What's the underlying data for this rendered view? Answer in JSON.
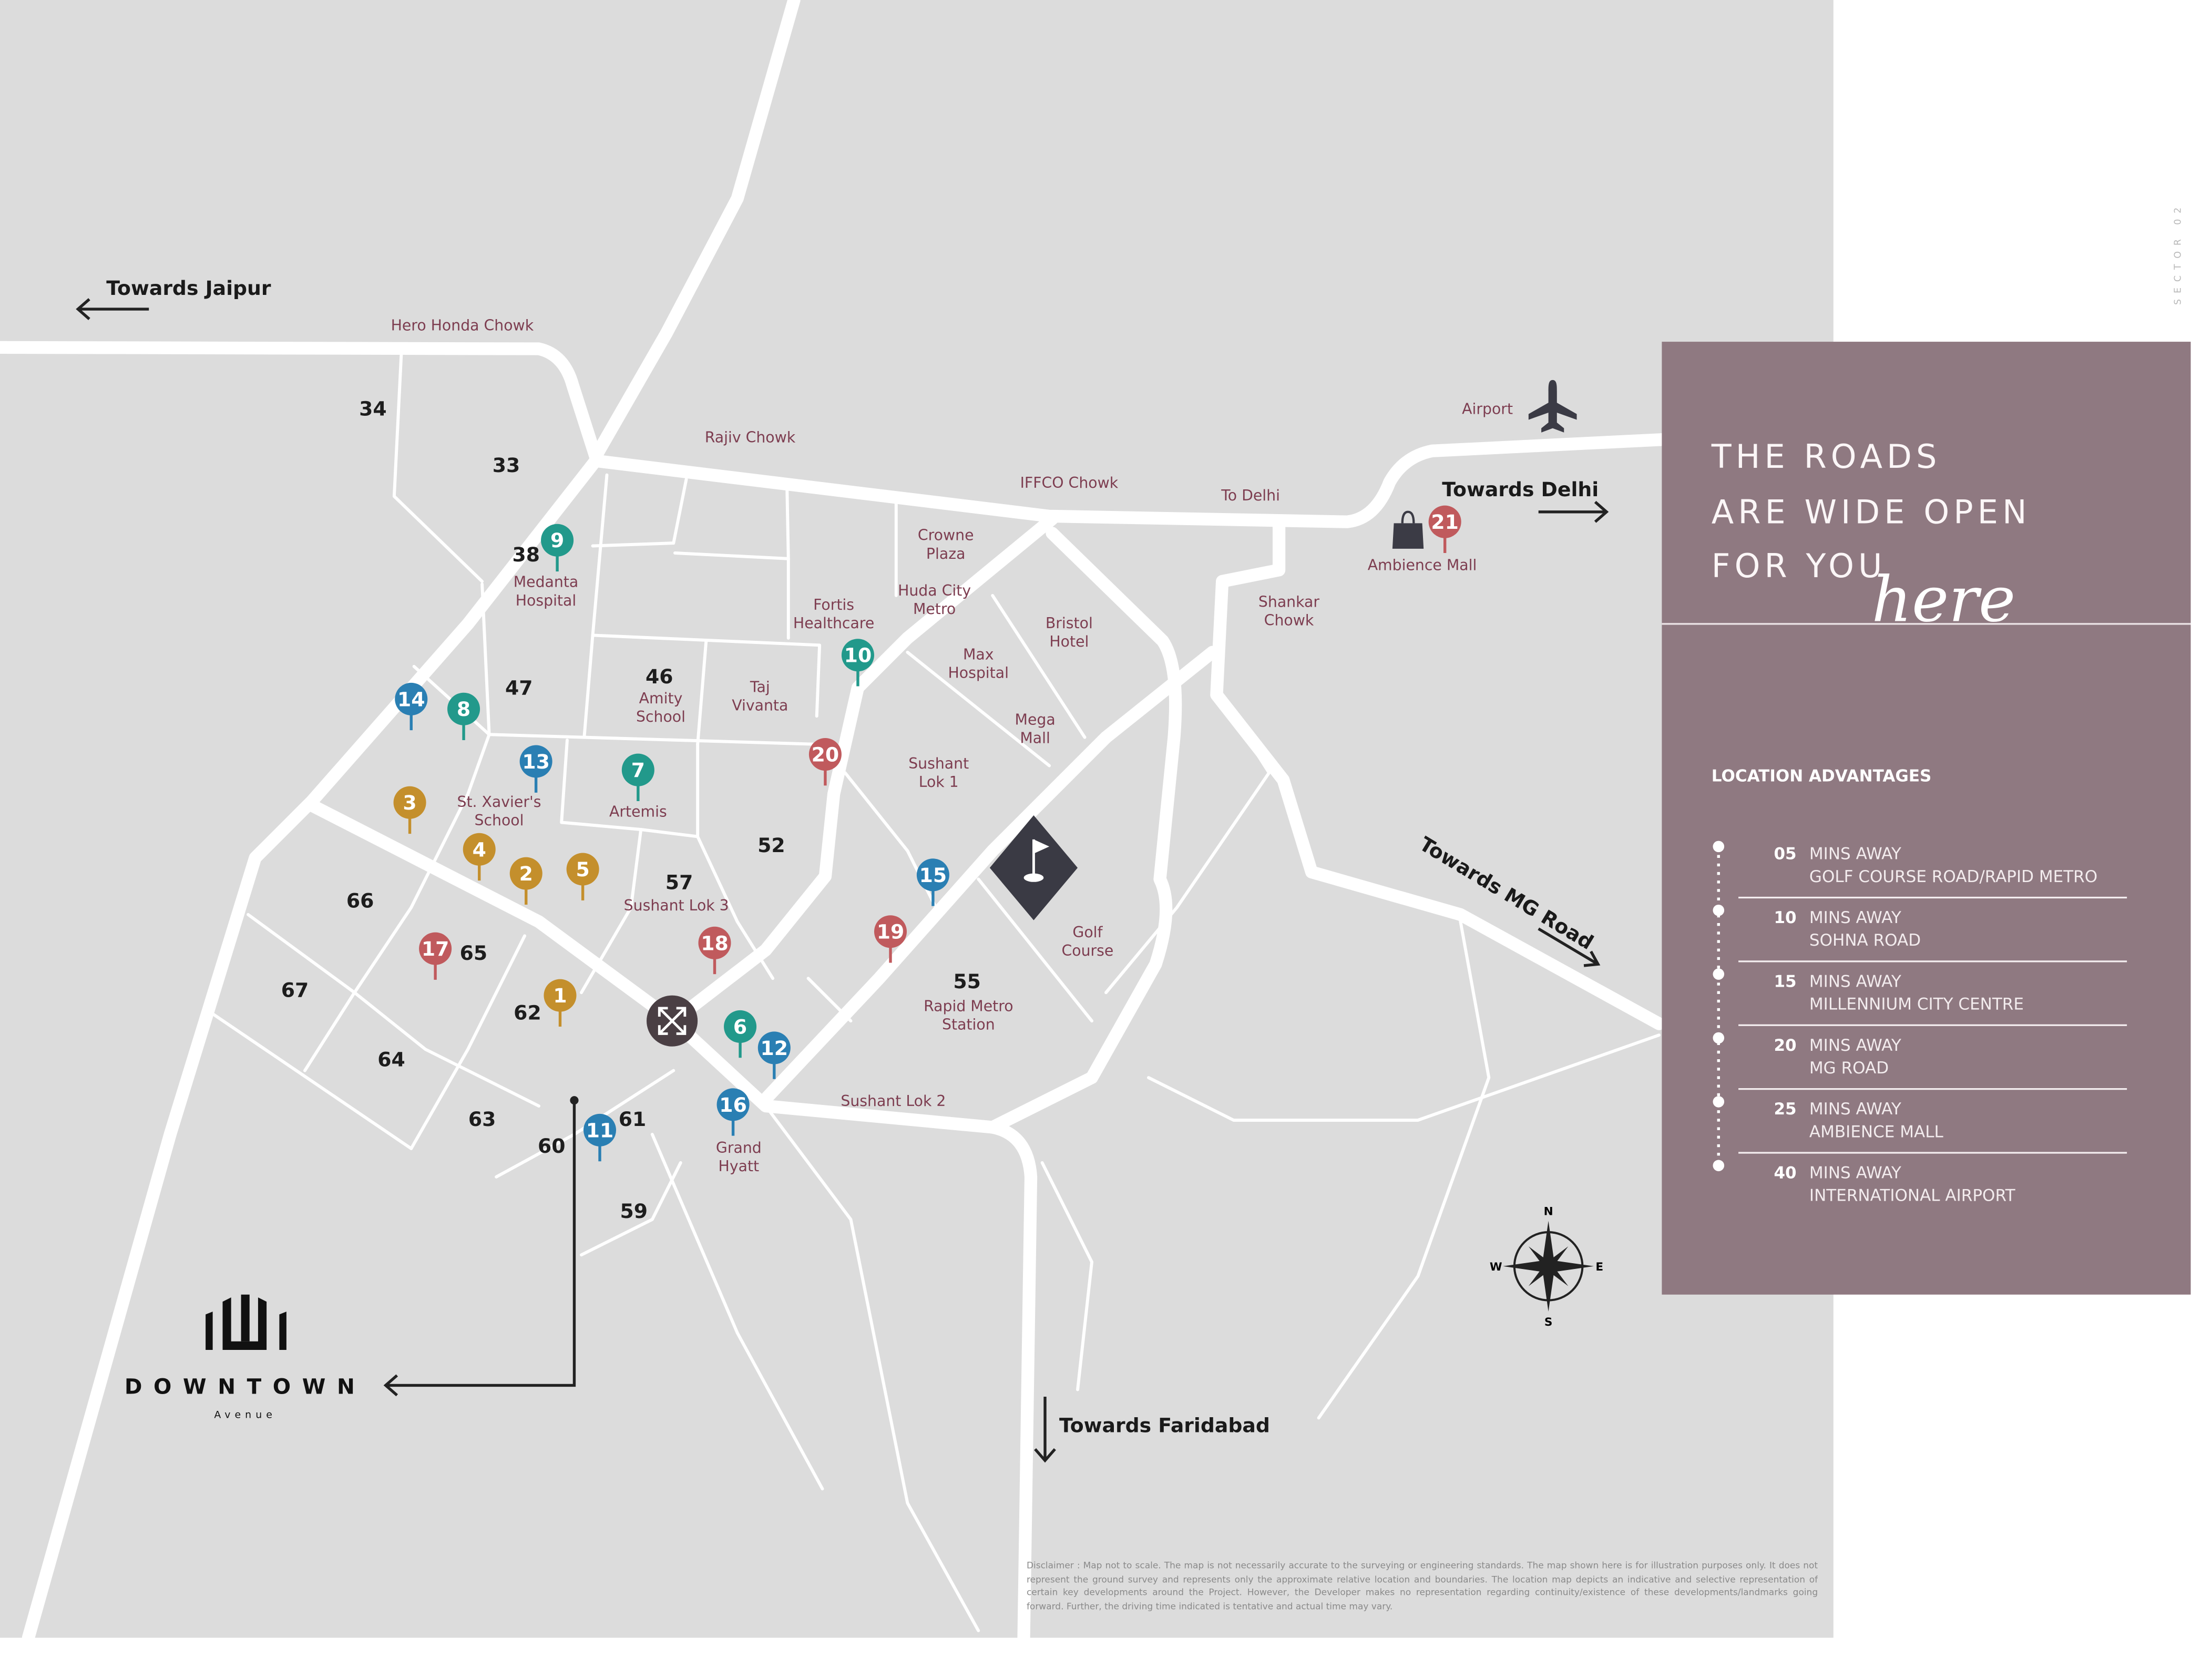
{
  "side_label": "SECTOR 02",
  "colors": {
    "map_bg": "#dcdcdc",
    "panel": "#8f7981",
    "teal": "#22998b",
    "blue": "#2a7fb3",
    "gold": "#c48f2c",
    "red": "#c05a5d",
    "place_text": "#7d3d50"
  },
  "directions": {
    "jaipur": "Towards Jaipur",
    "delhi": "Towards Delhi",
    "mg_road": "Towards MG Road",
    "faridabad": "Towards Faridabad"
  },
  "sectors": [
    "34",
    "33",
    "38",
    "47",
    "46",
    "52",
    "57",
    "66",
    "65",
    "67",
    "62",
    "64",
    "55",
    "63",
    "61",
    "60",
    "59"
  ],
  "places": [
    {
      "lines": [
        "Hero Honda Chowk"
      ]
    },
    {
      "lines": [
        "Rajiv Chowk"
      ]
    },
    {
      "lines": [
        "IFFCO Chowk"
      ]
    },
    {
      "lines": [
        "To Delhi"
      ]
    },
    {
      "lines": [
        "Crowne",
        "Plaza"
      ]
    },
    {
      "lines": [
        "Huda City",
        "Metro"
      ]
    },
    {
      "lines": [
        "Fortis",
        "Healthcare"
      ]
    },
    {
      "lines": [
        "Bristol",
        "Hotel"
      ]
    },
    {
      "lines": [
        "Max",
        "Hospital"
      ]
    },
    {
      "lines": [
        "Mega",
        "Mall"
      ]
    },
    {
      "lines": [
        "Sushant",
        "Lok 1"
      ]
    },
    {
      "lines": [
        "Medanta",
        "Hospital"
      ]
    },
    {
      "lines": [
        "Amity",
        "School"
      ]
    },
    {
      "lines": [
        "Taj",
        "Vivanta"
      ]
    },
    {
      "lines": [
        "St. Xavier's",
        "School"
      ]
    },
    {
      "lines": [
        "Artemis"
      ]
    },
    {
      "lines": [
        "Sushant Lok 3"
      ]
    },
    {
      "lines": [
        "Golf",
        "Course"
      ]
    },
    {
      "lines": [
        "Rapid Metro",
        "Station"
      ]
    },
    {
      "lines": [
        "Sushant Lok 2"
      ]
    },
    {
      "lines": [
        "Grand",
        "Hyatt"
      ]
    },
    {
      "lines": [
        "Shankar",
        "Chowk"
      ]
    },
    {
      "lines": [
        "Airport"
      ]
    },
    {
      "lines": [
        "Ambience Mall"
      ]
    }
  ],
  "pins": [
    {
      "num": "9",
      "color": "teal"
    },
    {
      "num": "14",
      "color": "blue"
    },
    {
      "num": "8",
      "color": "teal"
    },
    {
      "num": "13",
      "color": "blue"
    },
    {
      "num": "7",
      "color": "teal"
    },
    {
      "num": "10",
      "color": "teal"
    },
    {
      "num": "20",
      "color": "red"
    },
    {
      "num": "3",
      "color": "gold"
    },
    {
      "num": "4",
      "color": "gold"
    },
    {
      "num": "2",
      "color": "gold"
    },
    {
      "num": "5",
      "color": "gold"
    },
    {
      "num": "15",
      "color": "blue"
    },
    {
      "num": "19",
      "color": "red"
    },
    {
      "num": "18",
      "color": "red"
    },
    {
      "num": "17",
      "color": "red"
    },
    {
      "num": "1",
      "color": "gold"
    },
    {
      "num": "6",
      "color": "teal"
    },
    {
      "num": "12",
      "color": "blue"
    },
    {
      "num": "16",
      "color": "blue"
    },
    {
      "num": "11",
      "color": "blue"
    },
    {
      "num": "21",
      "color": "red"
    }
  ],
  "compass": {
    "n": "N",
    "s": "S",
    "e": "E",
    "w": "W"
  },
  "logo": {
    "name": "DOWNTOWN",
    "sub": "Avenue"
  },
  "panel": {
    "title_lines": [
      "THE ROADS",
      "ARE WIDE OPEN",
      "FOR YOU"
    ],
    "script_word": "here",
    "heading": "LOCATION ADVANTAGES",
    "items": [
      {
        "mins": "05",
        "label": "MINS AWAY",
        "place": "GOLF COURSE ROAD/RAPID METRO"
      },
      {
        "mins": "10",
        "label": "MINS AWAY",
        "place": "SOHNA ROAD"
      },
      {
        "mins": "15",
        "label": "MINS AWAY",
        "place": "MILLENNIUM CITY CENTRE"
      },
      {
        "mins": "20",
        "label": "MINS AWAY",
        "place": "MG ROAD"
      },
      {
        "mins": "25",
        "label": "MINS AWAY",
        "place": "AMBIENCE MALL"
      },
      {
        "mins": "40",
        "label": "MINS AWAY",
        "place": "INTERNATIONAL AIRPORT"
      }
    ]
  },
  "disclaimer": "Disclaimer : Map not to scale. The map is not necessarily accurate to the surveying or engineering standards. The map shown here is for illustration purposes only. It does not represent the ground survey and represents only the approximate relative location and boundaries. The location map depicts an indicative and selective representation of certain key developments around the Project. However, the Developer makes no representation regarding continuity/existence of these developments/landmarks going forward. Further, the driving time indicated is tentative and actual time may vary."
}
